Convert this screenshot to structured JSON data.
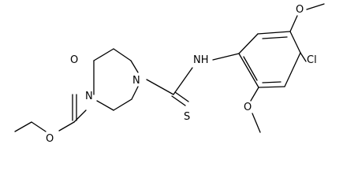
{
  "molecule": {
    "atoms": {
      "o_ester_carbonyl": "O",
      "o_ester_ether": "O",
      "n_carbamate": "N",
      "n_thioamide": "N",
      "n_amine": "NH",
      "s_thione": "S",
      "o_methoxy_top": "O",
      "o_methoxy_bottom": "O",
      "cl": "Cl"
    }
  }
}
